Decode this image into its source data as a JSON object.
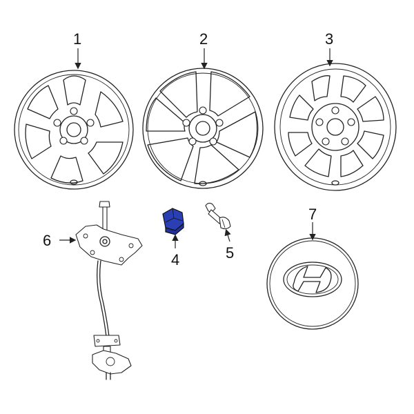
{
  "callouts": {
    "c1": "1",
    "c2": "2",
    "c3": "3",
    "c4": "4",
    "c5": "5",
    "c6": "6",
    "c7": "7"
  },
  "colors": {
    "line": "#222222",
    "highlight": "#2b3fb5",
    "background": "#ffffff"
  }
}
